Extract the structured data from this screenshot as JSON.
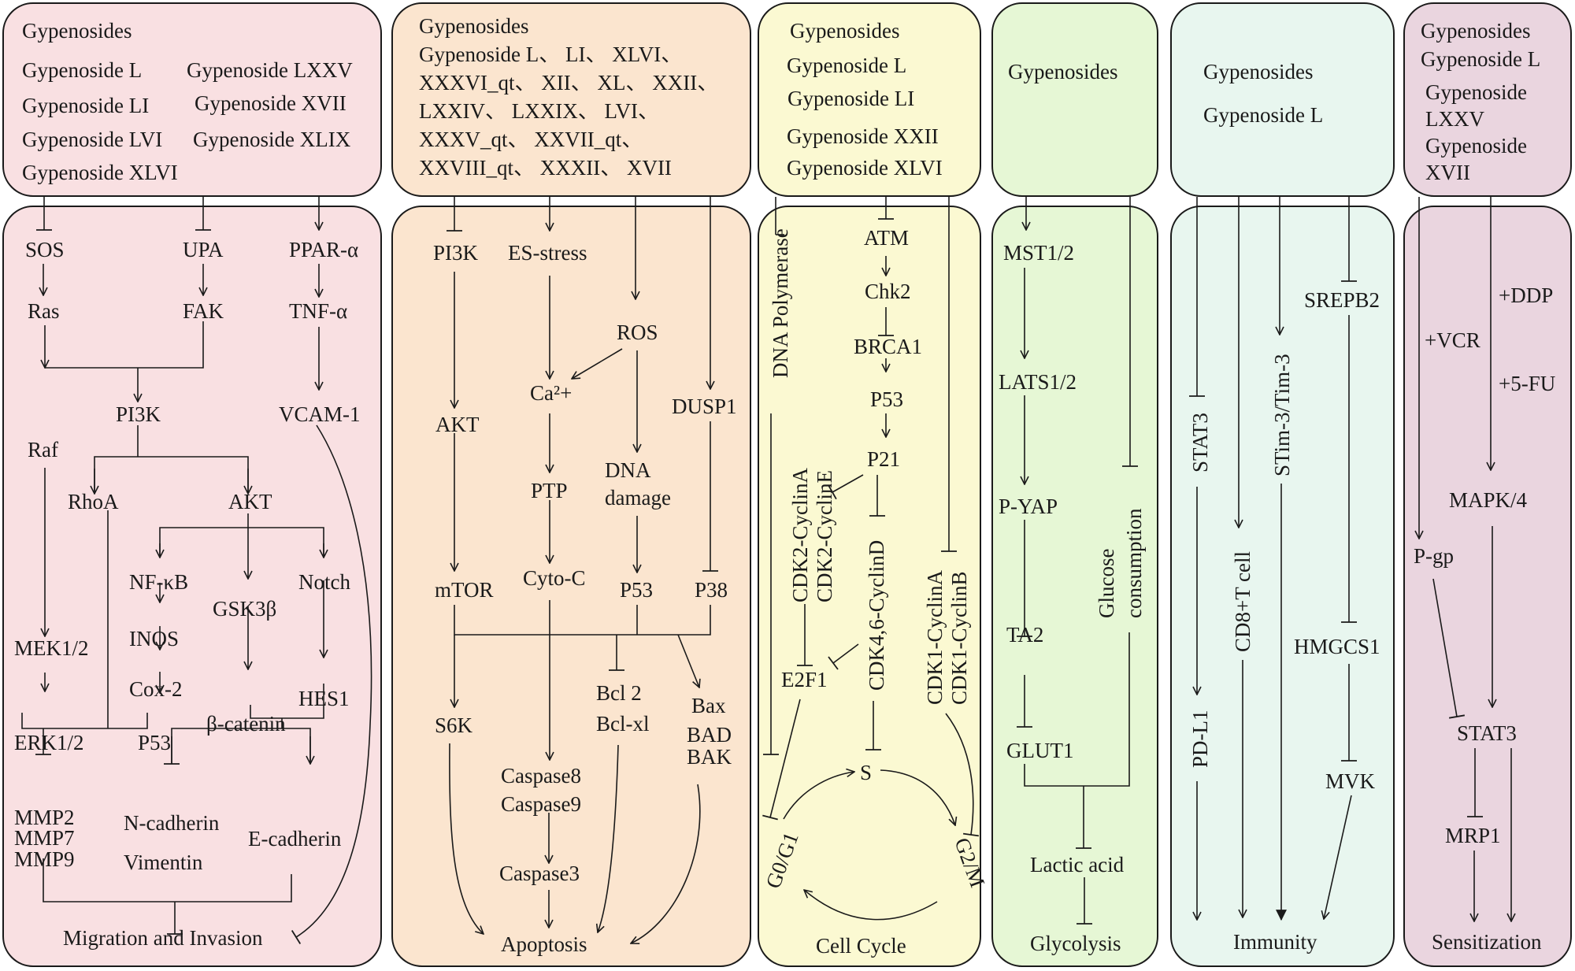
{
  "title": "Gypenosides anticancer mechanisms",
  "colors": {
    "migration": "#f9e0e2",
    "apoptosis": "#fbe5cf",
    "cell_cycle": "#fbf9d2",
    "glycolysis": "#e6f7d5",
    "immunity": "#e8f6ef",
    "sensitization": "#ead5df",
    "line": "#1a1a1a"
  },
  "panels": {
    "migration": {
      "header": [
        "Gypenosides",
        "Gypenoside L",
        "Gypenoside LI",
        "Gypenoside LVI",
        "Gypenoside XLVI",
        "Gypenoside LXXV",
        "Gypenoside XVII",
        "Gypenoside XLIX"
      ],
      "nodes": {
        "sos": "SOS",
        "upa": "UPA",
        "ppar": "PPAR-α",
        "ras": "Ras",
        "fak": "FAK",
        "tnf": "TNF-α",
        "pi3k": "PI3K",
        "vcam": "VCAM-1",
        "raf": "Raf",
        "rhoa": "RhoA",
        "akt": "AKT",
        "nfkb": "NF-κB",
        "gsk": "GSK3β",
        "notch": "Notch",
        "inos": "INOS",
        "cox2": "Cox-2",
        "p53": "P53",
        "mek": "MEK1/2",
        "erk": "ERK1/2",
        "hes1": "HES1",
        "bcat": "β-catenin",
        "mmp2": "MMP2",
        "mmp7": "MMP7",
        "mmp9": "MMP9",
        "ncad": "N-cadherin",
        "vim": "Vimentin",
        "ecad": "E-cadherin",
        "outcome": "Migration and Invasion"
      }
    },
    "apoptosis": {
      "header": [
        "Gypenosides",
        "Gypenoside L、 LI、 XLVI、",
        "XXXVI_qt、 XII、 XL、 XXII、",
        "LXXIV、 LXXIX、 LVI、",
        "XXXV_qt、 XXVII_qt、",
        "XXVIII_qt、 XXXII、 XVII"
      ],
      "nodes": {
        "pi3k": "PI3K",
        "es": "ES-stress",
        "ros": "ROS",
        "ca": "Ca²+",
        "akt": "AKT",
        "dusp1": "DUSP1",
        "ptp": "PTP",
        "dna1": "DNA",
        "dna2": "damage",
        "mtor": "mTOR",
        "cytoc": "Cyto-C",
        "p53": "P53",
        "p38": "P38",
        "s6k": "S6K",
        "bcl2": "Bcl 2",
        "bclxl": "Bcl-xl",
        "bax": "Bax",
        "bad": "BAD",
        "bak": "BAK",
        "casp8": "Caspase8",
        "casp9": "Caspase9",
        "casp3": "Caspase3",
        "outcome": "Apoptosis"
      }
    },
    "cell_cycle": {
      "header": [
        "Gypenosides",
        "Gypenoside L",
        "Gypenoside LI",
        "Gypenoside XXII",
        "Gypenoside XLVI"
      ],
      "nodes": {
        "dnapol": "DNA Polymerase",
        "atm": "ATM",
        "chk2": "Chk2",
        "brca1": "BRCA1",
        "p53": "P53",
        "p21": "P21",
        "cdk2a": "CDK2-CyclinA",
        "cdk2e": "CDK2-CyclinE",
        "cdk46": "CDK4,6-CyclinD",
        "cdk1a": "CDK1-CyclinA",
        "cdk1b": "CDK1-CyclinB",
        "e2f1": "E2F1",
        "s": "S",
        "g0g1": "G0/G1",
        "g2m": "G2/M",
        "outcome": "Cell Cycle"
      }
    },
    "glycolysis": {
      "header": [
        "Gypenosides"
      ],
      "nodes": {
        "mst": "MST1/2",
        "lats": "LATS1/2",
        "pyap": "P-YAP",
        "ta2": "TA2",
        "glut1": "GLUT1",
        "gluc1": "Glucose",
        "gluc2": "consumption",
        "lactic": "Lactic acid",
        "outcome": "Glycolysis"
      }
    },
    "immunity": {
      "header": [
        "Gypenosides",
        "Gypenoside L"
      ],
      "nodes": {
        "stat3": "STAT3",
        "pdl1": "PD-L1",
        "cd8": "CD8+T cell",
        "stim": "STim-3/Tim-3",
        "srepb2": "SREPB2",
        "hmgcs1": "HMGCS1",
        "mvk": "MVK",
        "outcome": "Immunity"
      }
    },
    "sensitization": {
      "header": [
        "Gypenosides",
        "Gypenoside L",
        "Gypenoside",
        "LXXV",
        "Gypenoside",
        "XVII"
      ],
      "nodes": {
        "ddp": "+DDP",
        "vcr": "+VCR",
        "fu": "+5-FU",
        "mapk": "MAPK/4",
        "pgp": "P-gp",
        "stat3": "STAT3",
        "mrp1": "MRP1",
        "outcome": "Sensitization"
      }
    }
  }
}
